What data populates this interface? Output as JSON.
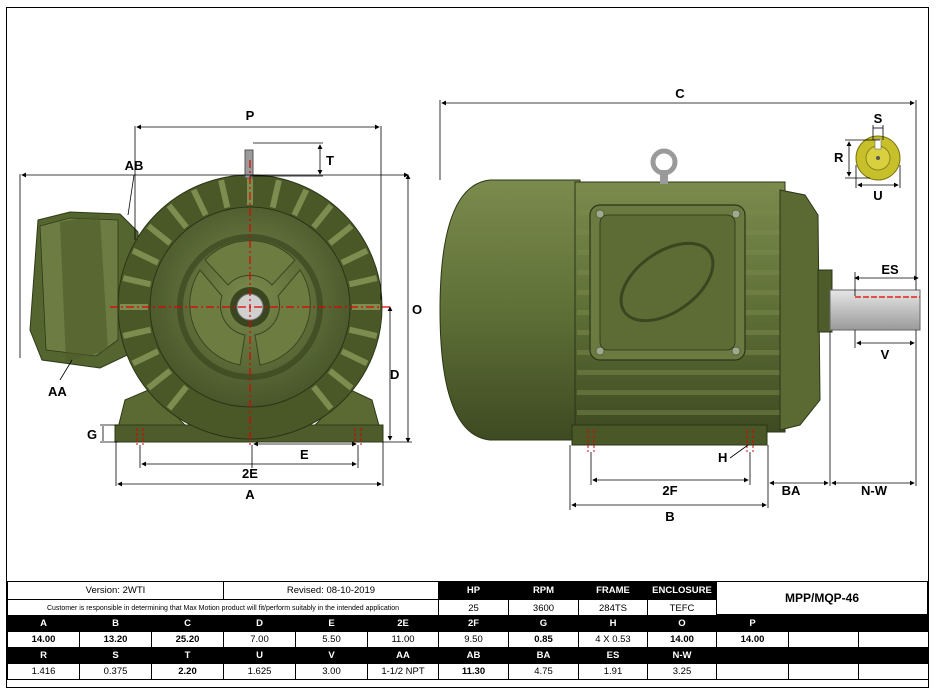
{
  "colors": {
    "motor": "#5a6b36",
    "centerline": "#e00000",
    "shaft": "#c8c8c8",
    "keyway": "#d0c800",
    "header_bg": "#000000"
  },
  "dimension_labels": {
    "P": "P",
    "AB": "AB",
    "T": "T",
    "O": "O",
    "AA": "AA",
    "D": "D",
    "G": "G",
    "E": "E",
    "two_E": "2E",
    "A": "A",
    "C": "C",
    "S": "S",
    "R": "R",
    "U": "U",
    "ES": "ES",
    "V": "V",
    "H": "H",
    "two_F": "2F",
    "BA": "BA",
    "N_W": "N-W",
    "B": "B"
  },
  "title_block": {
    "version": "Version: 2WTI",
    "revised": "Revised: 08-10-2019",
    "disclaimer": "Customer is responsible in determining that Max Motion product will fit/perform suitably in the intended application",
    "model": "MPP/MQP-46",
    "spec_headers": [
      "HP",
      "RPM",
      "FRAME",
      "ENCLOSURE"
    ],
    "spec_values": [
      "25",
      "3600",
      "284TS",
      "TEFC"
    ],
    "row1_headers": [
      "A",
      "B",
      "C",
      "D",
      "E",
      "2E",
      "2F",
      "G",
      "H",
      "O",
      "P",
      "",
      ""
    ],
    "row1_values": [
      "14.00",
      "13.20",
      "25.20",
      "7.00",
      "5.50",
      "11.00",
      "9.50",
      "0.85",
      "4 X 0.53",
      "14.00",
      "14.00",
      "",
      ""
    ],
    "row2_headers": [
      "R",
      "S",
      "T",
      "U",
      "V",
      "AA",
      "AB",
      "BA",
      "ES",
      "N-W",
      "",
      "",
      ""
    ],
    "row2_values": [
      "1.416",
      "0.375",
      "2.20",
      "1.625",
      "3.00",
      "1-1/2 NPT",
      "11.30",
      "4.75",
      "1.91",
      "3.25",
      "",
      "",
      ""
    ]
  }
}
